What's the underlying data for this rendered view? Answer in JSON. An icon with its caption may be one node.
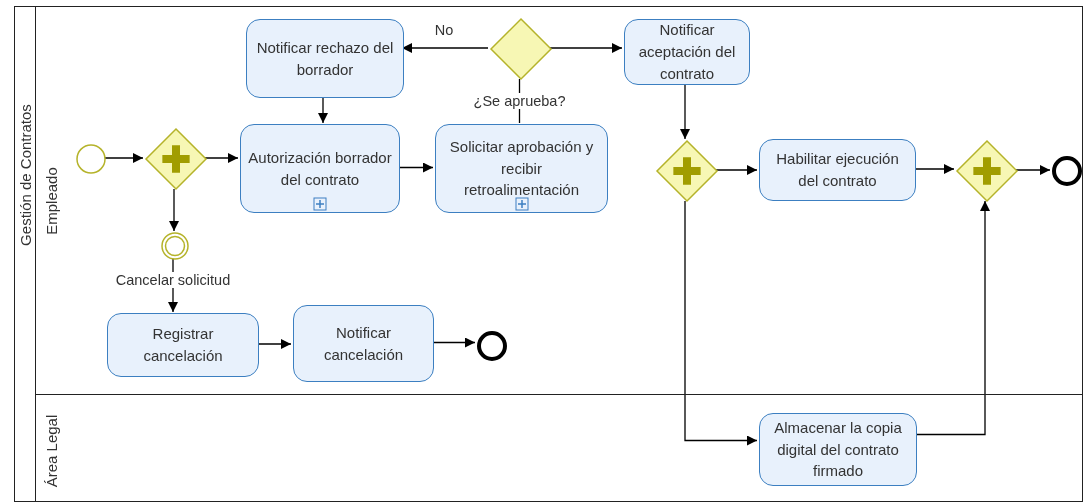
{
  "diagram": {
    "nodes": [
      {
        "text": [
          "Gestión de Contratos"
        ]
      },
      {
        "text": [
          "Empleado"
        ],
        "in": 0
      },
      {
        "text": [
          "Área Legal"
        ],
        "in": 0
      },
      {
        "text": [],
        "shape": "circle",
        "in": 1
      },
      {
        "text": [],
        "shape": "diamond",
        "in": 1
      },
      {
        "text": [
          "Autorización borrador del contrato"
        ],
        "in": 1
      },
      {
        "text": [
          "Solicitar aprobación y recibir retroalimentación"
        ],
        "in": 1
      },
      {
        "text": [],
        "shape": "diamond",
        "in": 1
      },
      {
        "text": [
          "Notificar rechazo del borrador"
        ],
        "in": 1
      },
      {
        "text": [
          "Notificar aceptación del contrato"
        ],
        "in": 1
      },
      {
        "text": [],
        "shape": "diamond",
        "in": 1
      },
      {
        "text": [
          "Habilitar ejecución del contrato"
        ],
        "in": 1
      },
      {
        "text": [],
        "shape": "diamond",
        "in": 1
      },
      {
        "text": [],
        "shape": "circle",
        "in": 1
      },
      {
        "text": [],
        "shape": "circle",
        "in": 1
      },
      {
        "text": [
          "Registrar cancelación"
        ],
        "in": 1
      },
      {
        "text": [
          "Notificar cancelación"
        ],
        "in": 1
      },
      {
        "text": [],
        "shape": "circle",
        "in": 1
      },
      {
        "text": [
          "Almacenar la copia digital del contrato firmado"
        ],
        "in": 2
      }
    ],
    "edges": [
      {
        "from": 3,
        "to": 4,
        "arrow": "to"
      },
      {
        "from": 4,
        "to": 5,
        "arrow": "to"
      },
      {
        "from": 4,
        "to": 14,
        "arrow": "to"
      },
      {
        "from": 5,
        "to": 6,
        "arrow": "to"
      },
      {
        "from": 6,
        "to": 7,
        "arrow": "none",
        "label": "¿Se aprueba?"
      },
      {
        "from": 7,
        "to": 8,
        "arrow": "to",
        "label": "No"
      },
      {
        "from": 7,
        "to": 9,
        "arrow": "to"
      },
      {
        "from": 8,
        "to": 5,
        "arrow": "to"
      },
      {
        "from": 9,
        "to": 10,
        "arrow": "to"
      },
      {
        "from": 10,
        "to": 11,
        "arrow": "to"
      },
      {
        "from": 10,
        "to": 18,
        "arrow": "to"
      },
      {
        "from": 11,
        "to": 12,
        "arrow": "to"
      },
      {
        "from": 18,
        "to": 12,
        "arrow": "to"
      },
      {
        "from": 12,
        "to": 13,
        "arrow": "to"
      },
      {
        "from": 14,
        "to": 15,
        "arrow": "to",
        "label": "Cancelar solicitud"
      },
      {
        "from": 15,
        "to": 16,
        "arrow": "to"
      },
      {
        "from": 16,
        "to": 17,
        "arrow": "to"
      }
    ]
  }
}
